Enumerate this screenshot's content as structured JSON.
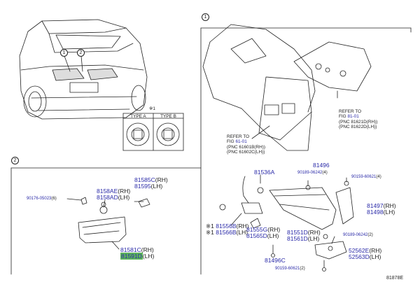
{
  "diagram_code": "81878E",
  "section_markers": {
    "one": "1",
    "two": "2"
  },
  "type_legend": {
    "note_mark": "※1",
    "type_a": "TYPE A",
    "type_b": "TYPE B"
  },
  "refer_notes": {
    "upper": {
      "line1": "REFER TO",
      "fig_prefix": "FIG",
      "fig": "81-01",
      "line3": "(PNC 81621D(RH))",
      "line4": "(PNC 81622D(LH))"
    },
    "lower": {
      "line1": "REFER TO",
      "fig_prefix": "FIG",
      "fig": "61-01",
      "line3": "(PNC 61601B(RH))",
      "line4": "(PNC 61602C(LH))"
    }
  },
  "parts_section2": {
    "p90176": {
      "num": "90176-05023",
      "qty": "(6)"
    },
    "p8158AE": {
      "num": "8158AE",
      "side": "(RH)"
    },
    "p8158AD": {
      "num": "8158AD",
      "side": "(LH)"
    },
    "p81585C": {
      "num": "81585C",
      "side": "(RH)"
    },
    "p81595": {
      "num": "81595",
      "side": "(LH)"
    },
    "p81581C": {
      "num": "81581C",
      "side": "(RH)"
    },
    "p81591D": {
      "num": "81591D",
      "side": "(LH)"
    }
  },
  "parts_section1": {
    "p81536A": {
      "num": "81536A"
    },
    "p81556B": {
      "mark": "※1",
      "num": "81556B",
      "side": "(RH)"
    },
    "p81566B": {
      "mark": "※1",
      "num": "81566B",
      "side": "(LH)"
    },
    "p81555G": {
      "num": "81555G",
      "side": "(RH)"
    },
    "p81565D": {
      "num": "81565D",
      "side": "(LH)"
    },
    "p81496": {
      "num": "81496"
    },
    "p90189_a": {
      "num": "90189-06242",
      "qty": "(4)"
    },
    "p90159_a": {
      "num": "90159-60621",
      "qty": "(4)"
    },
    "p81497": {
      "num": "81497",
      "side": "(RH)"
    },
    "p81498": {
      "num": "81498",
      "side": "(LH)"
    },
    "p81551D": {
      "num": "81551D",
      "side": "(RH)"
    },
    "p81561D": {
      "num": "81561D",
      "side": "(LH)"
    },
    "p90189_b": {
      "num": "90189-06242",
      "qty": "(2)"
    },
    "p52562E": {
      "num": "52562E",
      "side": "(RH)"
    },
    "p52563D": {
      "num": "52563D",
      "side": "(LH)"
    },
    "p81496C": {
      "num": "81496C"
    },
    "p90159_b": {
      "num": "90159-60621",
      "qty": "(2)"
    }
  },
  "colors": {
    "part_number": "#2a2aa8",
    "highlight": "#5db45b",
    "line": "#222222"
  }
}
